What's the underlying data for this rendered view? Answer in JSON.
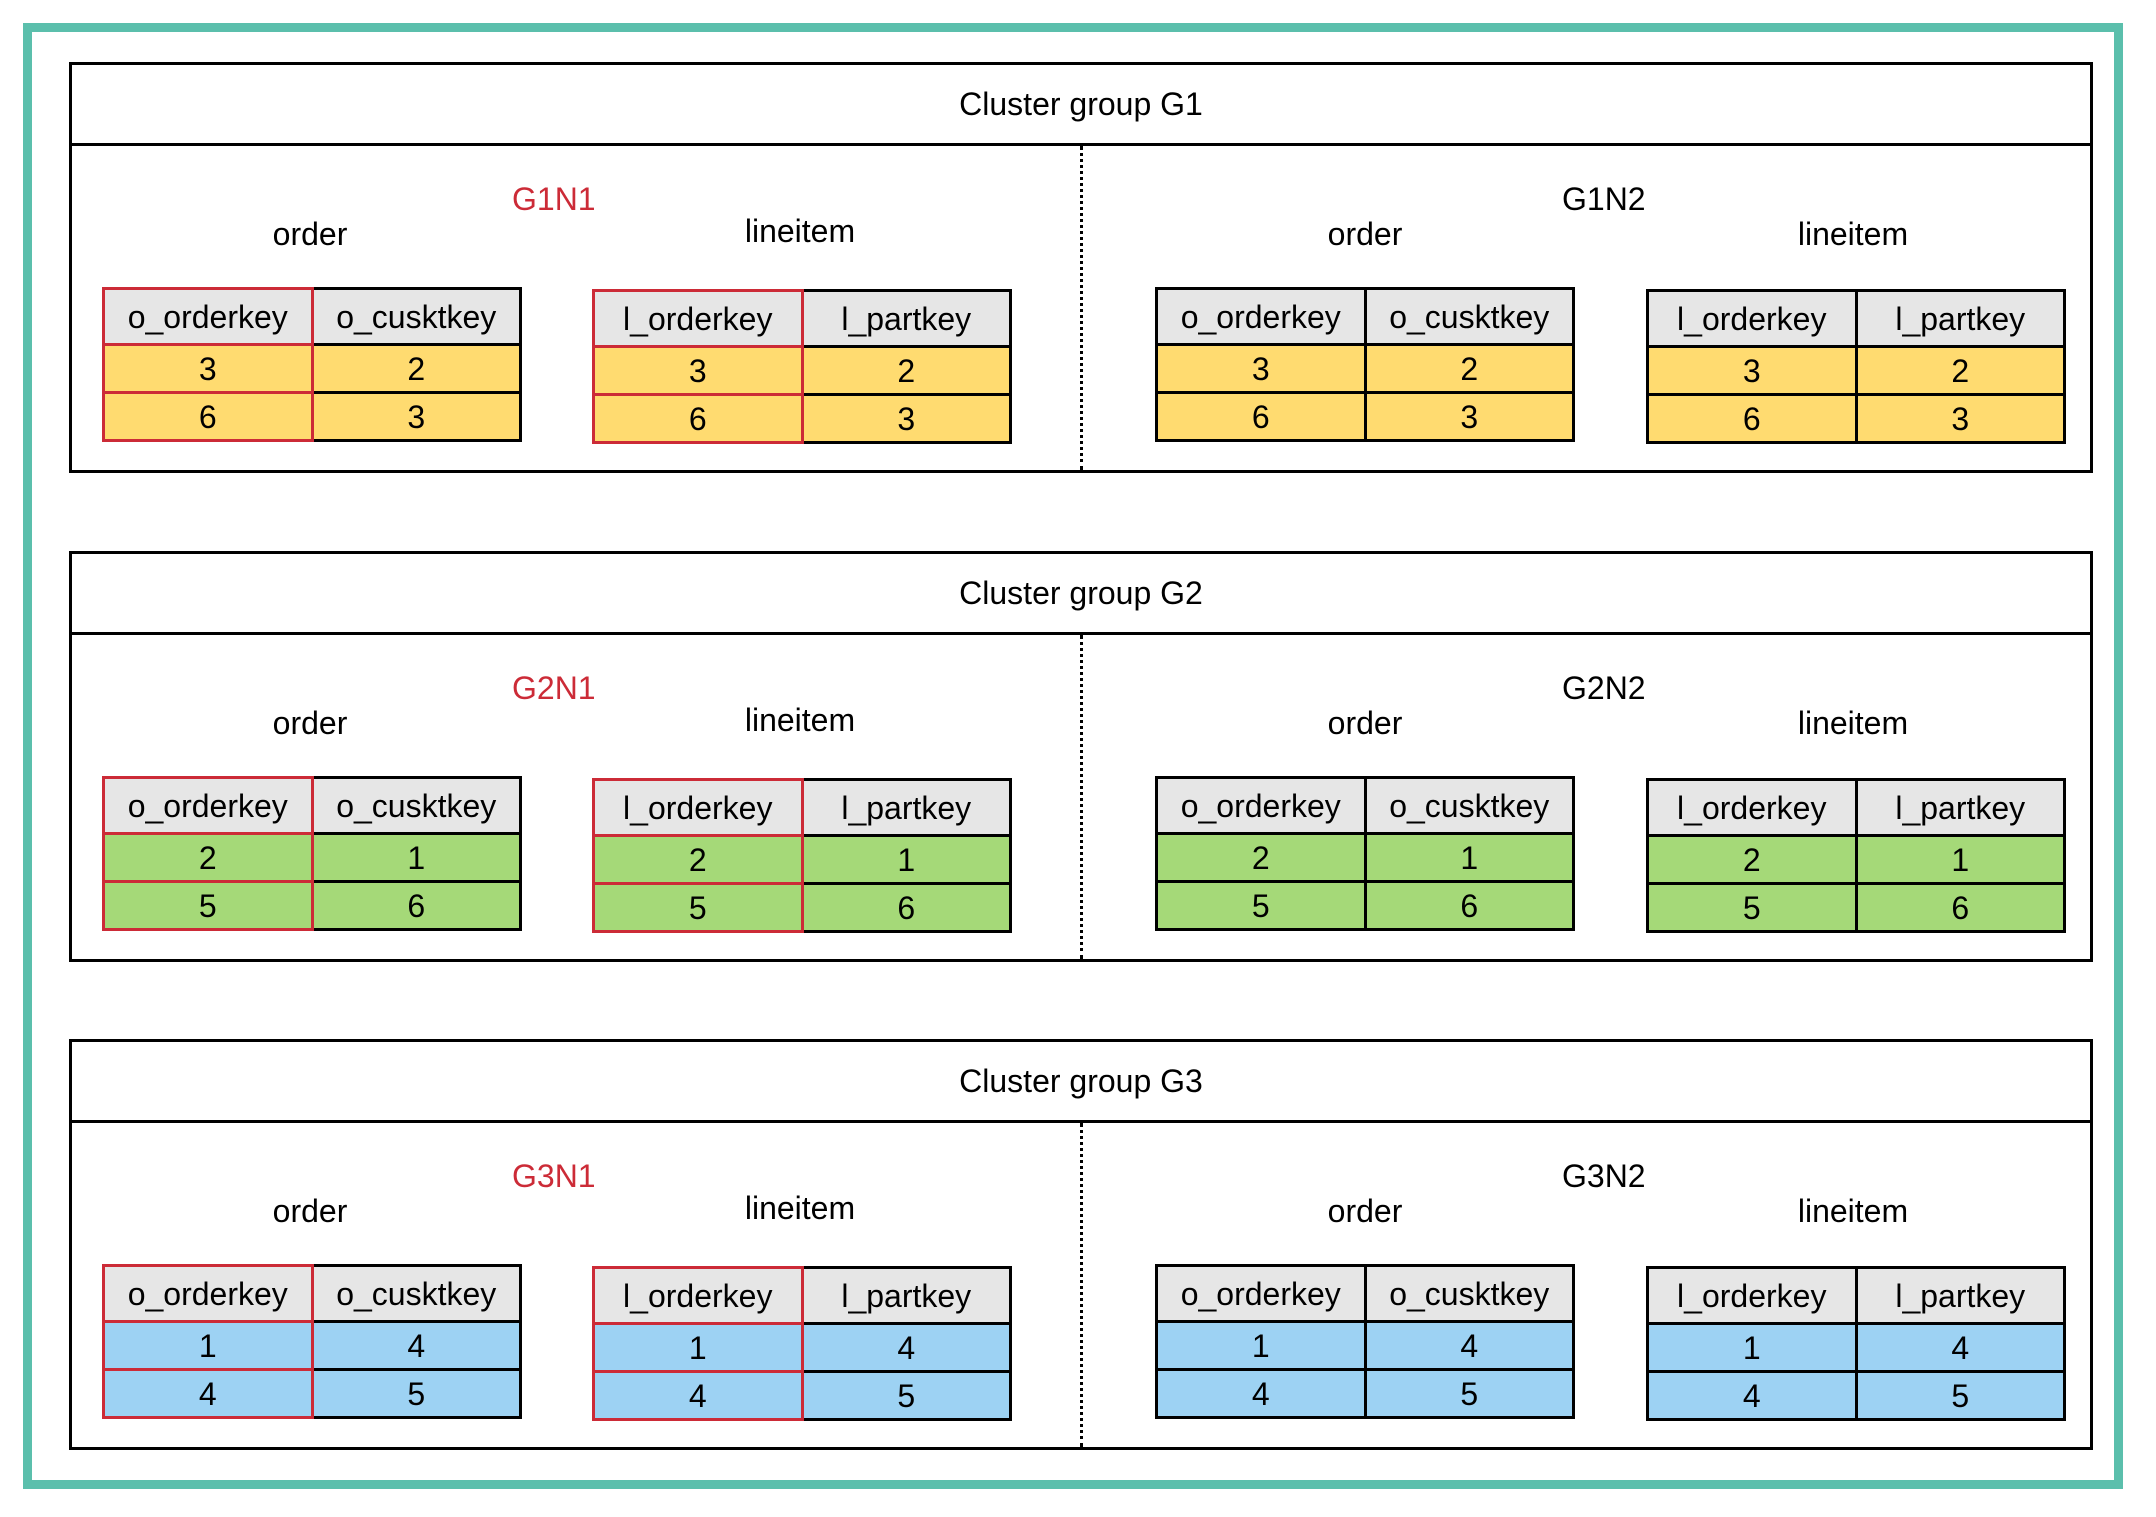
{
  "colors": {
    "frame": "#5bbfac",
    "highlight_text": "#cc2b37",
    "highlight_border": "#cc2b37",
    "header_fill": "#e6e6e6",
    "G1": "#ffdb70",
    "G2": "#a5d978",
    "G3": "#9dd2f3"
  },
  "groups": [
    {
      "id": "G1",
      "title": "Cluster group G1",
      "node1": {
        "name": "G1N1",
        "order": {
          "label": "order",
          "columns": [
            "o_orderkey",
            "o_cusktkey"
          ],
          "rows": [
            [
              "3",
              "2"
            ],
            [
              "6",
              "3"
            ]
          ]
        },
        "lineitem": {
          "label": "lineitem",
          "columns": [
            "l_orderkey",
            "l_partkey"
          ],
          "rows": [
            [
              "3",
              "2"
            ],
            [
              "6",
              "3"
            ]
          ]
        }
      },
      "node2": {
        "name": "G1N2",
        "order": {
          "label": "order",
          "columns": [
            "o_orderkey",
            "o_cusktkey"
          ],
          "rows": [
            [
              "3",
              "2"
            ],
            [
              "6",
              "3"
            ]
          ]
        },
        "lineitem": {
          "label": "lineitem",
          "columns": [
            "l_orderkey",
            "l_partkey"
          ],
          "rows": [
            [
              "3",
              "2"
            ],
            [
              "6",
              "3"
            ]
          ]
        }
      }
    },
    {
      "id": "G2",
      "title": "Cluster group G2",
      "node1": {
        "name": "G2N1",
        "order": {
          "label": "order",
          "columns": [
            "o_orderkey",
            "o_cusktkey"
          ],
          "rows": [
            [
              "2",
              "1"
            ],
            [
              "5",
              "6"
            ]
          ]
        },
        "lineitem": {
          "label": "lineitem",
          "columns": [
            "l_orderkey",
            "l_partkey"
          ],
          "rows": [
            [
              "2",
              "1"
            ],
            [
              "5",
              "6"
            ]
          ]
        }
      },
      "node2": {
        "name": "G2N2",
        "order": {
          "label": "order",
          "columns": [
            "o_orderkey",
            "o_cusktkey"
          ],
          "rows": [
            [
              "2",
              "1"
            ],
            [
              "5",
              "6"
            ]
          ]
        },
        "lineitem": {
          "label": "lineitem",
          "columns": [
            "l_orderkey",
            "l_partkey"
          ],
          "rows": [
            [
              "2",
              "1"
            ],
            [
              "5",
              "6"
            ]
          ]
        }
      }
    },
    {
      "id": "G3",
      "title": "Cluster group G3",
      "node1": {
        "name": "G3N1",
        "order": {
          "label": "order",
          "columns": [
            "o_orderkey",
            "o_cusktkey"
          ],
          "rows": [
            [
              "1",
              "4"
            ],
            [
              "4",
              "5"
            ]
          ]
        },
        "lineitem": {
          "label": "lineitem",
          "columns": [
            "l_orderkey",
            "l_partkey"
          ],
          "rows": [
            [
              "1",
              "4"
            ],
            [
              "4",
              "5"
            ]
          ]
        }
      },
      "node2": {
        "name": "G3N2",
        "order": {
          "label": "order",
          "columns": [
            "o_orderkey",
            "o_cusktkey"
          ],
          "rows": [
            [
              "1",
              "4"
            ],
            [
              "4",
              "5"
            ]
          ]
        },
        "lineitem": {
          "label": "lineitem",
          "columns": [
            "l_orderkey",
            "l_partkey"
          ],
          "rows": [
            [
              "1",
              "4"
            ],
            [
              "4",
              "5"
            ]
          ]
        }
      }
    }
  ]
}
